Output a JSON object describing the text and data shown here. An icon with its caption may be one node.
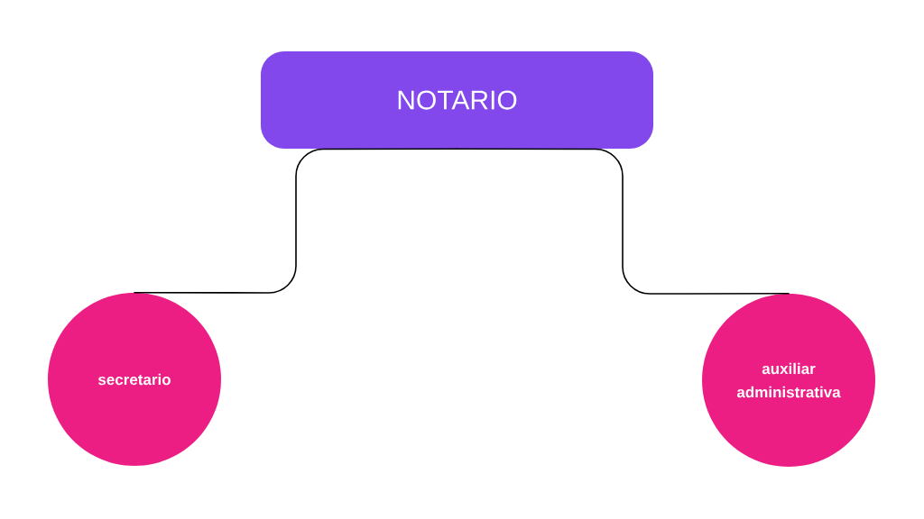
{
  "diagram": {
    "nodes": [
      {
        "text": [
          "NOTARIO"
        ]
      },
      {
        "text": [
          "secretario"
        ]
      },
      {
        "text": [
          "auxiliar administrativa"
        ]
      }
    ],
    "edges": [
      {
        "from": 0,
        "to": 1,
        "arrow": "none"
      },
      {
        "from": 0,
        "to": 2,
        "arrow": "none"
      }
    ]
  }
}
